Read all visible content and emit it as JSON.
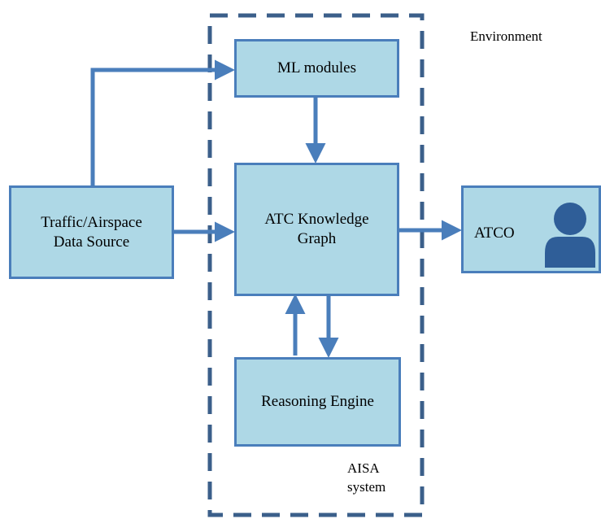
{
  "diagram": {
    "environment_label": "Environment",
    "system_label": "AISA\nsystem",
    "nodes": {
      "ml_modules": "ML modules",
      "knowledge_graph": "ATC Knowledge\nGraph",
      "data_source": "Traffic/Airspace\nData Source",
      "reasoning_engine": "Reasoning Engine",
      "atco": "ATCO"
    },
    "icons": {
      "atco_user": "user-silhouette-icon"
    },
    "colors": {
      "box_fill": "#aed8e6",
      "box_border": "#4a7ebb",
      "arrow": "#4a7ebb",
      "system_border": "#3b5f8a",
      "user_icon": "#2f5e98"
    }
  }
}
